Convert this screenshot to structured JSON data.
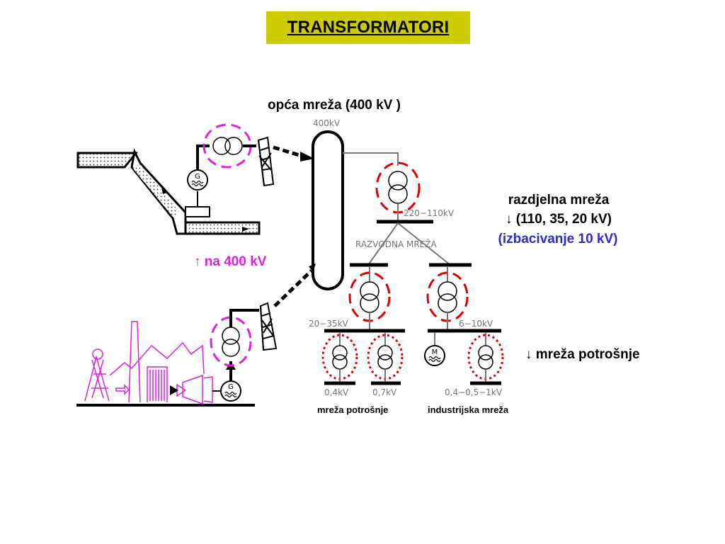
{
  "title": "TRANSFORMATORI",
  "labels": {
    "general_grid": "opća mreža (400 kV )",
    "distribution": "razdjelna mreža",
    "distribution_levels": "↓ (110, 35, 20 kV)",
    "distribution_note": "(izbacivanje 10 kV)",
    "step_up": "↑ na 400 kV",
    "consumer": "↓ mreža potrošnje",
    "consumer_small": "mreža potrošnje",
    "industrial": "industrijska mreža"
  },
  "diagram": {
    "bus_400": "400kV",
    "v_220_110": "220−110kV",
    "razvodna": "RAZVODNA MREŽA",
    "v_20_35": "20−35kV",
    "v_6_10": "6−10kV",
    "v_04": "0,4kV",
    "v_07": "0,7kV",
    "v_04_05_1": "0,4−0,5−1kV",
    "gen_symbol": "G",
    "motor_symbol": "M"
  },
  "colors": {
    "title_bg": "#cccc00",
    "magenta": "#e020e0",
    "red": "#e00000",
    "blue": "#2b2bd0",
    "grey_diagram": "#777777"
  }
}
